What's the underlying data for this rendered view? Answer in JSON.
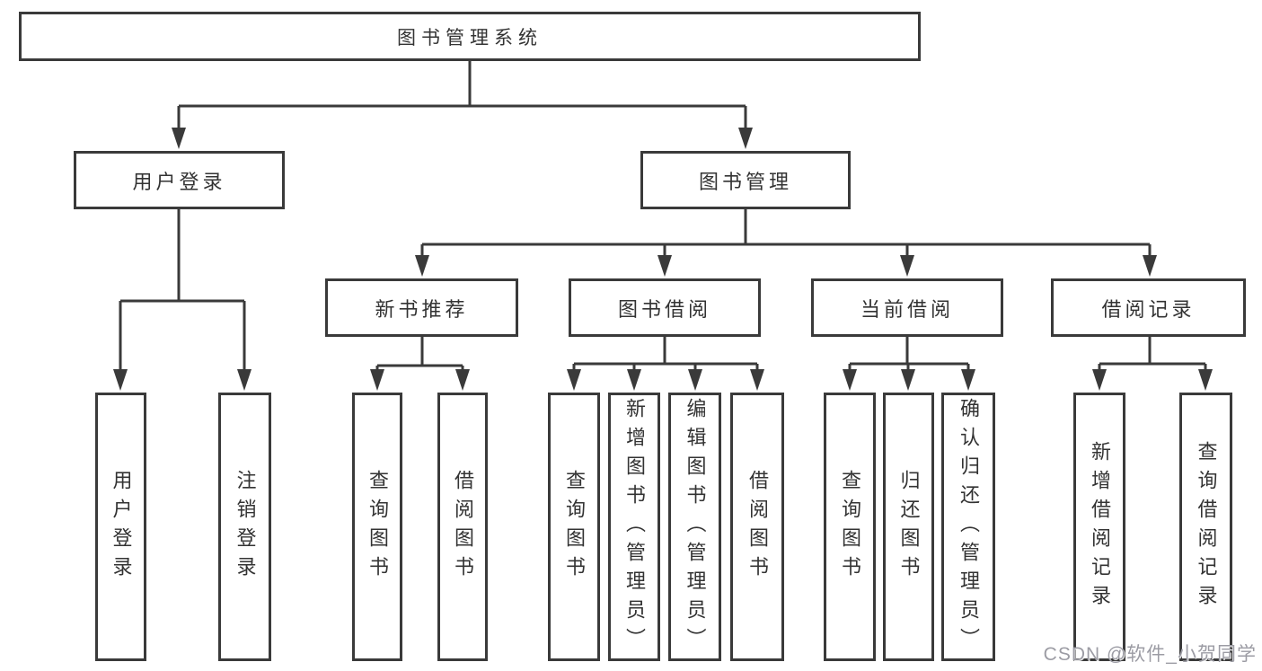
{
  "diagram": {
    "root": {
      "label": "图书管理系统"
    },
    "branches": [
      {
        "label": "用户登录",
        "children": [
          {
            "label": "用户登录"
          },
          {
            "label": "注销登录"
          }
        ]
      },
      {
        "label": "图书管理",
        "children": [
          {
            "label": "新书推荐",
            "children": [
              {
                "label": "查询图书"
              },
              {
                "label": "借阅图书"
              }
            ]
          },
          {
            "label": "图书借阅",
            "children": [
              {
                "label": "查询图书"
              },
              {
                "label": "新增图书（管理员）"
              },
              {
                "label": "编辑图书（管理员）"
              },
              {
                "label": "借阅图书"
              }
            ]
          },
          {
            "label": "当前借阅",
            "children": [
              {
                "label": "查询图书"
              },
              {
                "label": "归还图书"
              },
              {
                "label": "确认归还（管理员）"
              }
            ]
          },
          {
            "label": "借阅记录",
            "children": [
              {
                "label": "新增借阅记录"
              },
              {
                "label": "查询借阅记录"
              }
            ]
          }
        ]
      }
    ]
  },
  "watermark": {
    "text": "CSDN @软件_小贺同学"
  },
  "colors": {
    "line": "#3a3a3a",
    "text": "#333333",
    "background": "#ffffff",
    "watermark": "#9c9ca4"
  }
}
